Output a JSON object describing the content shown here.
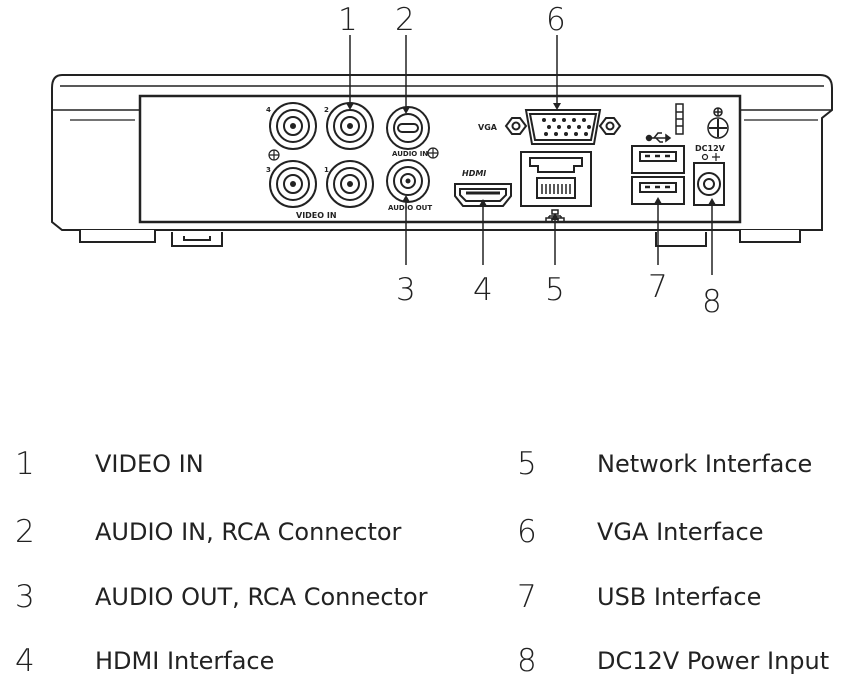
{
  "callouts": [
    "1",
    "2",
    "3",
    "4",
    "5",
    "6",
    "7",
    "8"
  ],
  "panel_labels": {
    "video_in": "VIDEO IN",
    "audio_in": "AUDIO IN",
    "audio_out": "AUDIO OUT",
    "vga": "VGA",
    "hdmi": "HDMI",
    "dc12v": "DC12V",
    "bnc_4": "4",
    "bnc_2": "2",
    "bnc_3": "3",
    "bnc_1": "1"
  },
  "legend": [
    {
      "num": "1",
      "text": "VIDEO IN"
    },
    {
      "num": "2",
      "text": "AUDIO IN, RCA Connector"
    },
    {
      "num": "3",
      "text": "AUDIO OUT, RCA Connector"
    },
    {
      "num": "4",
      "text": "HDMI Interface"
    },
    {
      "num": "5",
      "text": "Network Interface"
    },
    {
      "num": "6",
      "text": "VGA Interface"
    },
    {
      "num": "7",
      "text": "USB Interface"
    },
    {
      "num": "8",
      "text": "DC12V Power Input"
    }
  ],
  "icons": [
    "ground-icon",
    "usb-icon",
    "network-icon"
  ]
}
